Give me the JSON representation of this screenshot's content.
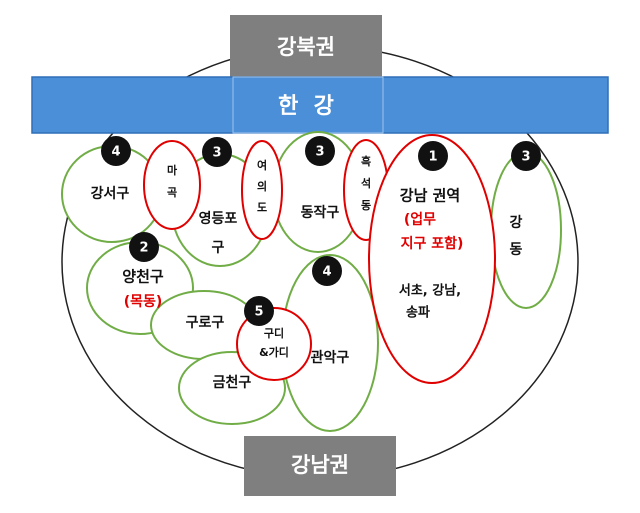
{
  "colors": {
    "river": "#4a8fd8",
    "river_stroke": "#2f6fb8",
    "region_box": "#7f7f7f",
    "green": "#71ad47",
    "red": "#e00000",
    "badge": "#111111",
    "red_text": "#e00000"
  },
  "regions": {
    "north": "강북권",
    "south": "강남권",
    "river": "한  강"
  },
  "districts": {
    "gangseo": "강서구",
    "mapo": [
      "마",
      "곡"
    ],
    "yeongdeungpo": [
      "영등포",
      "구"
    ],
    "yeouido": [
      "여",
      "의",
      "도"
    ],
    "dongjak": "동작구",
    "heukseok": [
      "흑",
      "석",
      "동"
    ],
    "gangnam": {
      "title": "강남 권역",
      "note": [
        "(업무",
        "지구 포함)"
      ],
      "sub": [
        "서초, 강남,",
        "송파"
      ]
    },
    "gangdong": [
      "강",
      "동"
    ],
    "yangcheon": "양천구",
    "mokdong": "(목동)",
    "guro": "구로구",
    "guro_digital": [
      "구디",
      "&가디"
    ],
    "gwanak": "관악구",
    "geumcheon": "금천구"
  },
  "badges": {
    "gangseo": "4",
    "yeongdeungpo": "3",
    "dongjak": "3",
    "gangnam": "1",
    "gangdong": "3",
    "yangcheon": "2",
    "gwanak": "4",
    "guro_digital": "5"
  }
}
